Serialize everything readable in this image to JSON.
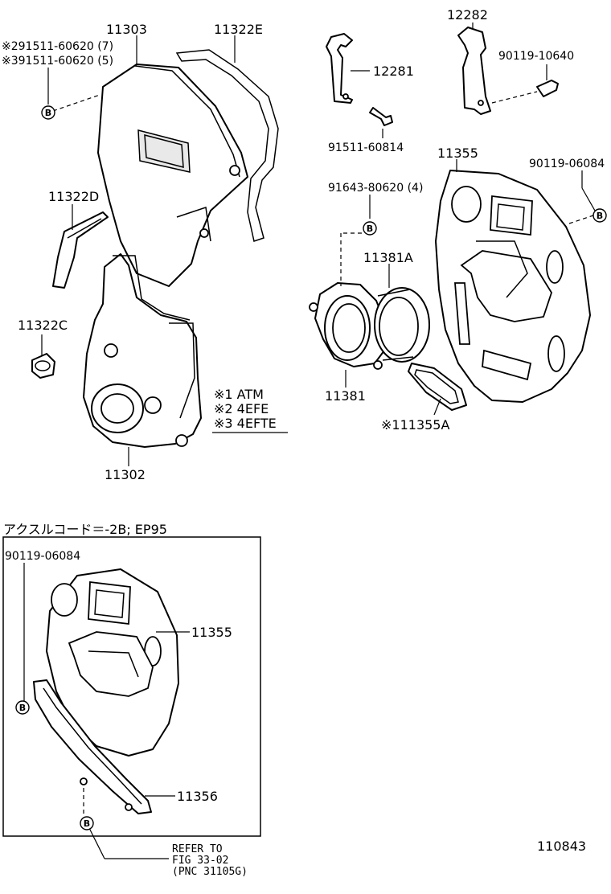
{
  "labels": {
    "p11303": "11303",
    "p11322E": "11322E",
    "note291511": "※291511-60620 (7)",
    "note391511": "※391511-60620 (5)",
    "p11322D": "11322D",
    "p11322C": "11322C",
    "p11302": "11302",
    "p12282": "12282",
    "p12281": "12281",
    "p90119_10640": "90119-10640",
    "p91511_60814": "91511-60814",
    "p11355": "11355",
    "p90119_06084": "90119-06084",
    "p91643_80620": "91643-80620 (4)",
    "p11381A": "11381A",
    "p11381": "11381",
    "p11355A": "※111355A",
    "b": "B"
  },
  "legend": {
    "l1": "※1 ATM",
    "l2": "※2 4EFE",
    "l3": "※3 4EFTE"
  },
  "inset": {
    "title": "アクスルコード＝-2B; EP95",
    "bolt": "90119-06084",
    "plate": "11355",
    "cover": "11356",
    "refer1": "REFER TO",
    "refer2": "FIG 33-02",
    "refer3": "(PNC 31105G)"
  },
  "figure_number": "110843"
}
